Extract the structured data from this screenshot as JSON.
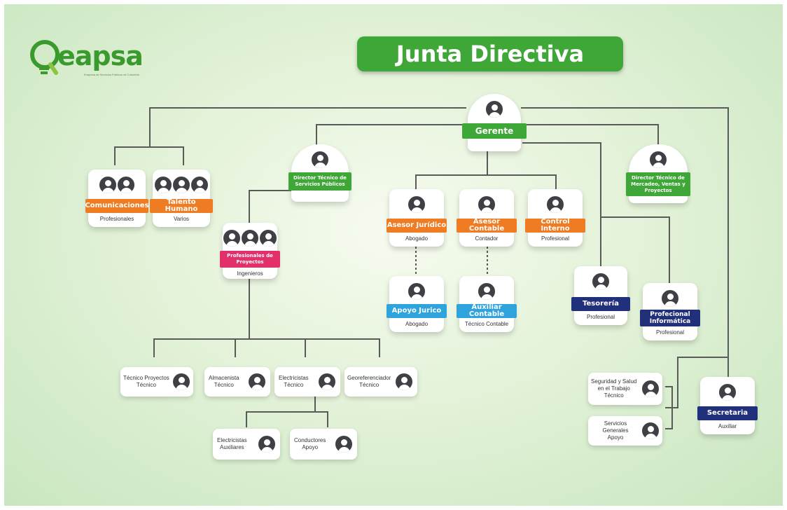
{
  "logo": {
    "text": "eapsa",
    "subtitle": "Empresa de Servicios Públicos de Colombia"
  },
  "title": "Junta Directiva",
  "nodes": {
    "gerente": {
      "label": "Gerente"
    },
    "comunicaciones": {
      "label": "Comunicaciones",
      "sub": "Profesionales"
    },
    "talento": {
      "label": "Talento Humano",
      "sub": "Varios"
    },
    "dir_servicios": {
      "label": "Director Técnico de Servicios Públicos"
    },
    "dir_mercadeo": {
      "label": "Director Técnico de Mercadeo, Ventas y Proyectos"
    },
    "prof_proyectos": {
      "label": "Profesionales de Proyectos",
      "sub": "Ingenieros"
    },
    "asesor_juridico": {
      "label": "Asesor Jurídico",
      "sub": "Abogado"
    },
    "asesor_contable": {
      "label": "Asesor Contable",
      "sub": "Contador"
    },
    "control_interno": {
      "label": "Control Interno",
      "sub": "Profesional"
    },
    "apoyo_juridico": {
      "label": "Apoyo Jurico",
      "sub": "Abogado"
    },
    "auxiliar_contable": {
      "label": "Auxiliar Contable",
      "sub": "Técnico Contable"
    },
    "tesoreria": {
      "label": "Tesorería",
      "sub": "Profesional"
    },
    "prof_informatica": {
      "label": "Profecional Informática",
      "sub": "Profesional"
    },
    "secretaria": {
      "label": "Secretaria",
      "sub": "Auxiliar"
    },
    "tec_proyectos": {
      "label": "Técnico Proyectos\nTécnico"
    },
    "almacenista": {
      "label": "Almacenista\nTécnico"
    },
    "electricistas_tec": {
      "label": "Electricistas\nTécnico"
    },
    "georeferenciador": {
      "label": "Georeferenciador\nTécnico"
    },
    "electricistas_aux": {
      "label": "Electricistas\nAuxiliares"
    },
    "conductores": {
      "label": "Conductores\nApoyo"
    },
    "seguridad": {
      "label": "Seguridad y Salud\nen el Trabajo\nTécnico"
    },
    "servicios_generales": {
      "label": "Servicios Generales\nApoyo"
    }
  },
  "colors": {
    "green": "#3ea738",
    "orange": "#ef7b22",
    "pink": "#e3306a",
    "blue": "#2ea3dc",
    "navy": "#21307a",
    "line": "#555555"
  }
}
